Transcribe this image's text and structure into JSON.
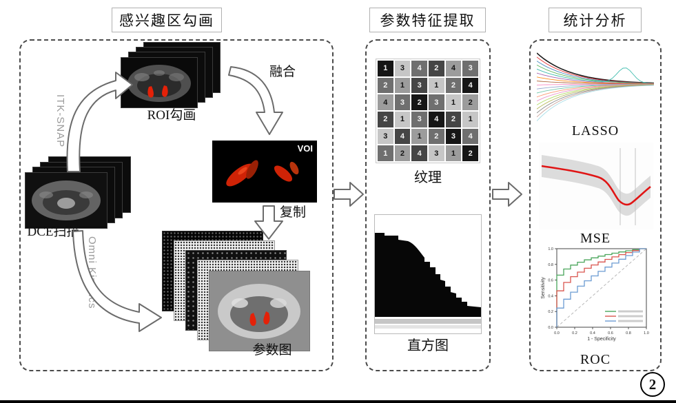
{
  "figure": {
    "number": "2"
  },
  "panels": {
    "roi": {
      "title": "感兴趣区勾画",
      "labels": {
        "roi_stack": "ROI勾画",
        "fusion": "融合",
        "voi": "VOI",
        "copy": "复制",
        "dce": "DCE扫描",
        "param_map": "参数图",
        "itk": "ITK-SNAP",
        "omni": "Omni Kinetics"
      }
    },
    "feature": {
      "title": "参数特征提取",
      "texture_label": "纹理",
      "histogram_label": "直方图",
      "texture": {
        "values": [
          [
            1,
            3,
            4,
            2,
            4,
            3
          ],
          [
            2,
            1,
            3,
            1,
            2,
            4
          ],
          [
            4,
            3,
            2,
            3,
            1,
            2
          ],
          [
            2,
            1,
            3,
            4,
            2,
            1
          ],
          [
            3,
            4,
            1,
            2,
            3,
            4
          ],
          [
            1,
            2,
            4,
            3,
            1,
            2
          ]
        ],
        "shades": [
          [
            0,
            4,
            2,
            1,
            3,
            2
          ],
          [
            2,
            3,
            1,
            4,
            2,
            0
          ],
          [
            3,
            2,
            0,
            2,
            4,
            3
          ],
          [
            1,
            4,
            2,
            0,
            1,
            4
          ],
          [
            4,
            1,
            3,
            2,
            0,
            2
          ],
          [
            2,
            3,
            1,
            4,
            3,
            0
          ]
        ],
        "palette": [
          "#161616",
          "#454545",
          "#6f6f6f",
          "#9c9c9c",
          "#c6c6c6"
        ]
      }
    },
    "stats": {
      "title": "统计分析",
      "lasso_label": "LASSO",
      "mse_label": "MSE",
      "roc_label": "ROC",
      "lasso_colors": [
        "#1a1a1a",
        "#e41a1c",
        "#377eb8",
        "#4daf4a",
        "#2ab5a5",
        "#984ea3",
        "#ff7f00",
        "#a65628",
        "#f781bf",
        "#8da0cb",
        "#66c2a5",
        "#fc8d62",
        "#e78ac3",
        "#a6d854",
        "#b0b24c",
        "#7f7f7f",
        "#c49c94",
        "#9edae5"
      ],
      "roc": {
        "xlabel": "1 - Specificity",
        "ylabel": "Sensitivity",
        "ticks": [
          "0.0",
          "0.2",
          "0.4",
          "0.6",
          "0.8",
          "1.0"
        ],
        "curves": [
          {
            "color": "#49a55a",
            "exp": 0.16
          },
          {
            "color": "#d9544d",
            "exp": 0.3
          },
          {
            "color": "#6b9bd2",
            "exp": 0.55
          }
        ]
      }
    }
  }
}
